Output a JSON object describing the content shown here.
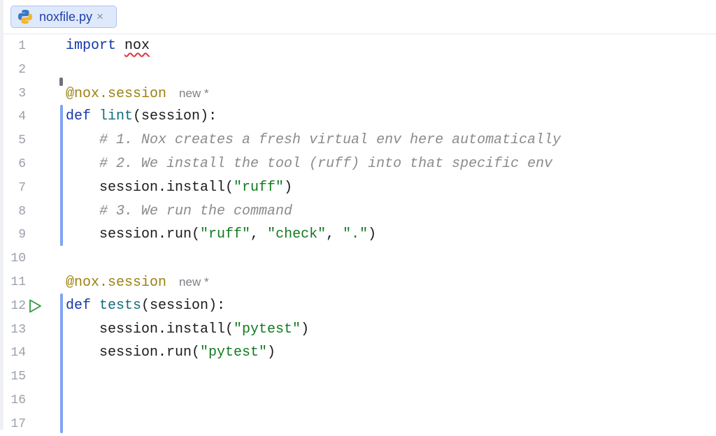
{
  "tab": {
    "filename": "noxfile.py",
    "close": "×"
  },
  "lines": [
    {
      "n": "1",
      "tokens": [
        {
          "t": "import",
          "c": "kw"
        },
        {
          "t": " "
        },
        {
          "t": "nox",
          "c": "err"
        }
      ]
    },
    {
      "n": "2",
      "tokens": []
    },
    {
      "n": "3",
      "tokens": [
        {
          "t": "@nox.session",
          "c": "dec"
        }
      ],
      "hint": "new *"
    },
    {
      "n": "4",
      "tokens": [
        {
          "t": "def",
          "c": "kw"
        },
        {
          "t": " "
        },
        {
          "t": "lint",
          "c": "fn"
        },
        {
          "t": "(session):"
        }
      ]
    },
    {
      "n": "5",
      "tokens": [
        {
          "t": "    "
        },
        {
          "t": "# 1. Nox creates a fresh virtual env here automatically",
          "c": "cmt"
        }
      ]
    },
    {
      "n": "6",
      "tokens": [
        {
          "t": "    "
        },
        {
          "t": "# 2. We install the tool (ruff) into that specific env",
          "c": "cmt"
        }
      ]
    },
    {
      "n": "7",
      "tokens": [
        {
          "t": "    session.install("
        },
        {
          "t": "\"ruff\"",
          "c": "str"
        },
        {
          "t": ")"
        }
      ]
    },
    {
      "n": "8",
      "tokens": [
        {
          "t": "    "
        },
        {
          "t": "# 3. We run the command",
          "c": "cmt"
        }
      ]
    },
    {
      "n": "9",
      "tokens": [
        {
          "t": "    session.run("
        },
        {
          "t": "\"ruff\"",
          "c": "str"
        },
        {
          "t": ", "
        },
        {
          "t": "\"check\"",
          "c": "str"
        },
        {
          "t": ", "
        },
        {
          "t": "\".\"",
          "c": "str"
        },
        {
          "t": ")"
        }
      ]
    },
    {
      "n": "10",
      "tokens": []
    },
    {
      "n": "11",
      "tokens": [
        {
          "t": "@nox.session",
          "c": "dec"
        }
      ],
      "hint": "new *"
    },
    {
      "n": "12",
      "tokens": [
        {
          "t": "def",
          "c": "kw"
        },
        {
          "t": " "
        },
        {
          "t": "tests",
          "c": "fn"
        },
        {
          "t": "(session):"
        }
      ]
    },
    {
      "n": "13",
      "tokens": [
        {
          "t": "    session.install("
        },
        {
          "t": "\"pytest\"",
          "c": "str"
        },
        {
          "t": ")"
        }
      ]
    },
    {
      "n": "14",
      "tokens": [
        {
          "t": "    session.run("
        },
        {
          "t": "\"pytest\"",
          "c": "str"
        },
        {
          "t": ")"
        }
      ]
    },
    {
      "n": "15",
      "tokens": []
    },
    {
      "n": "16",
      "tokens": []
    },
    {
      "n": "17",
      "tokens": []
    }
  ]
}
